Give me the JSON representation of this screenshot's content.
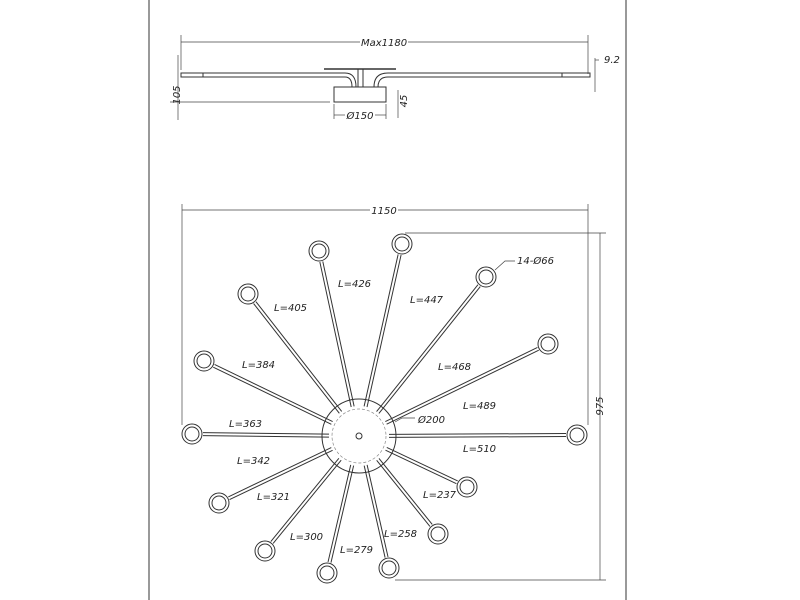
{
  "side_view": {
    "max_width": "Max1180",
    "height": "105",
    "arm_thickness": "9.2",
    "base_height": "45",
    "base_diameter": "Ø150"
  },
  "top_view": {
    "width": "1150",
    "depth": "975",
    "shade_spec": "14-Ø66",
    "hub_diameter": "Ø200",
    "arm_lengths": [
      "L=426",
      "L=447",
      "L=468",
      "L=489",
      "L=510",
      "L=237",
      "L=258",
      "L=279",
      "L=300",
      "L=321",
      "L=342",
      "L=363",
      "L=384",
      "L=405"
    ]
  }
}
